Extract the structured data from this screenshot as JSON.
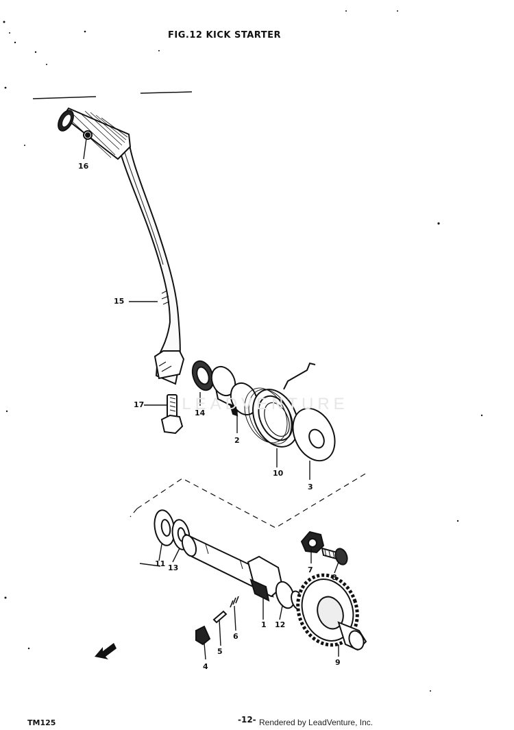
{
  "title": "FIG.12  KICK STARTER",
  "callouts": [
    {
      "id": "16",
      "text": "16"
    },
    {
      "id": "15",
      "text": "15"
    },
    {
      "id": "17",
      "text": "17"
    },
    {
      "id": "14",
      "text": "14"
    },
    {
      "id": "2",
      "text": "2"
    },
    {
      "id": "10",
      "text": "10"
    },
    {
      "id": "3",
      "text": "3"
    },
    {
      "id": "11",
      "text": "11"
    },
    {
      "id": "13",
      "text": "13"
    },
    {
      "id": "7",
      "text": "7"
    },
    {
      "id": "8",
      "text": "8"
    },
    {
      "id": "1",
      "text": "1"
    },
    {
      "id": "12",
      "text": "12"
    },
    {
      "id": "6",
      "text": "6"
    },
    {
      "id": "5",
      "text": "5"
    },
    {
      "id": "4",
      "text": "4"
    },
    {
      "id": "9",
      "text": "9"
    }
  ],
  "watermark": "LEADVENTURE",
  "footer": {
    "model_code": "TM125",
    "page_number": "-12-",
    "credit": "Rendered by LeadVenture, Inc."
  }
}
